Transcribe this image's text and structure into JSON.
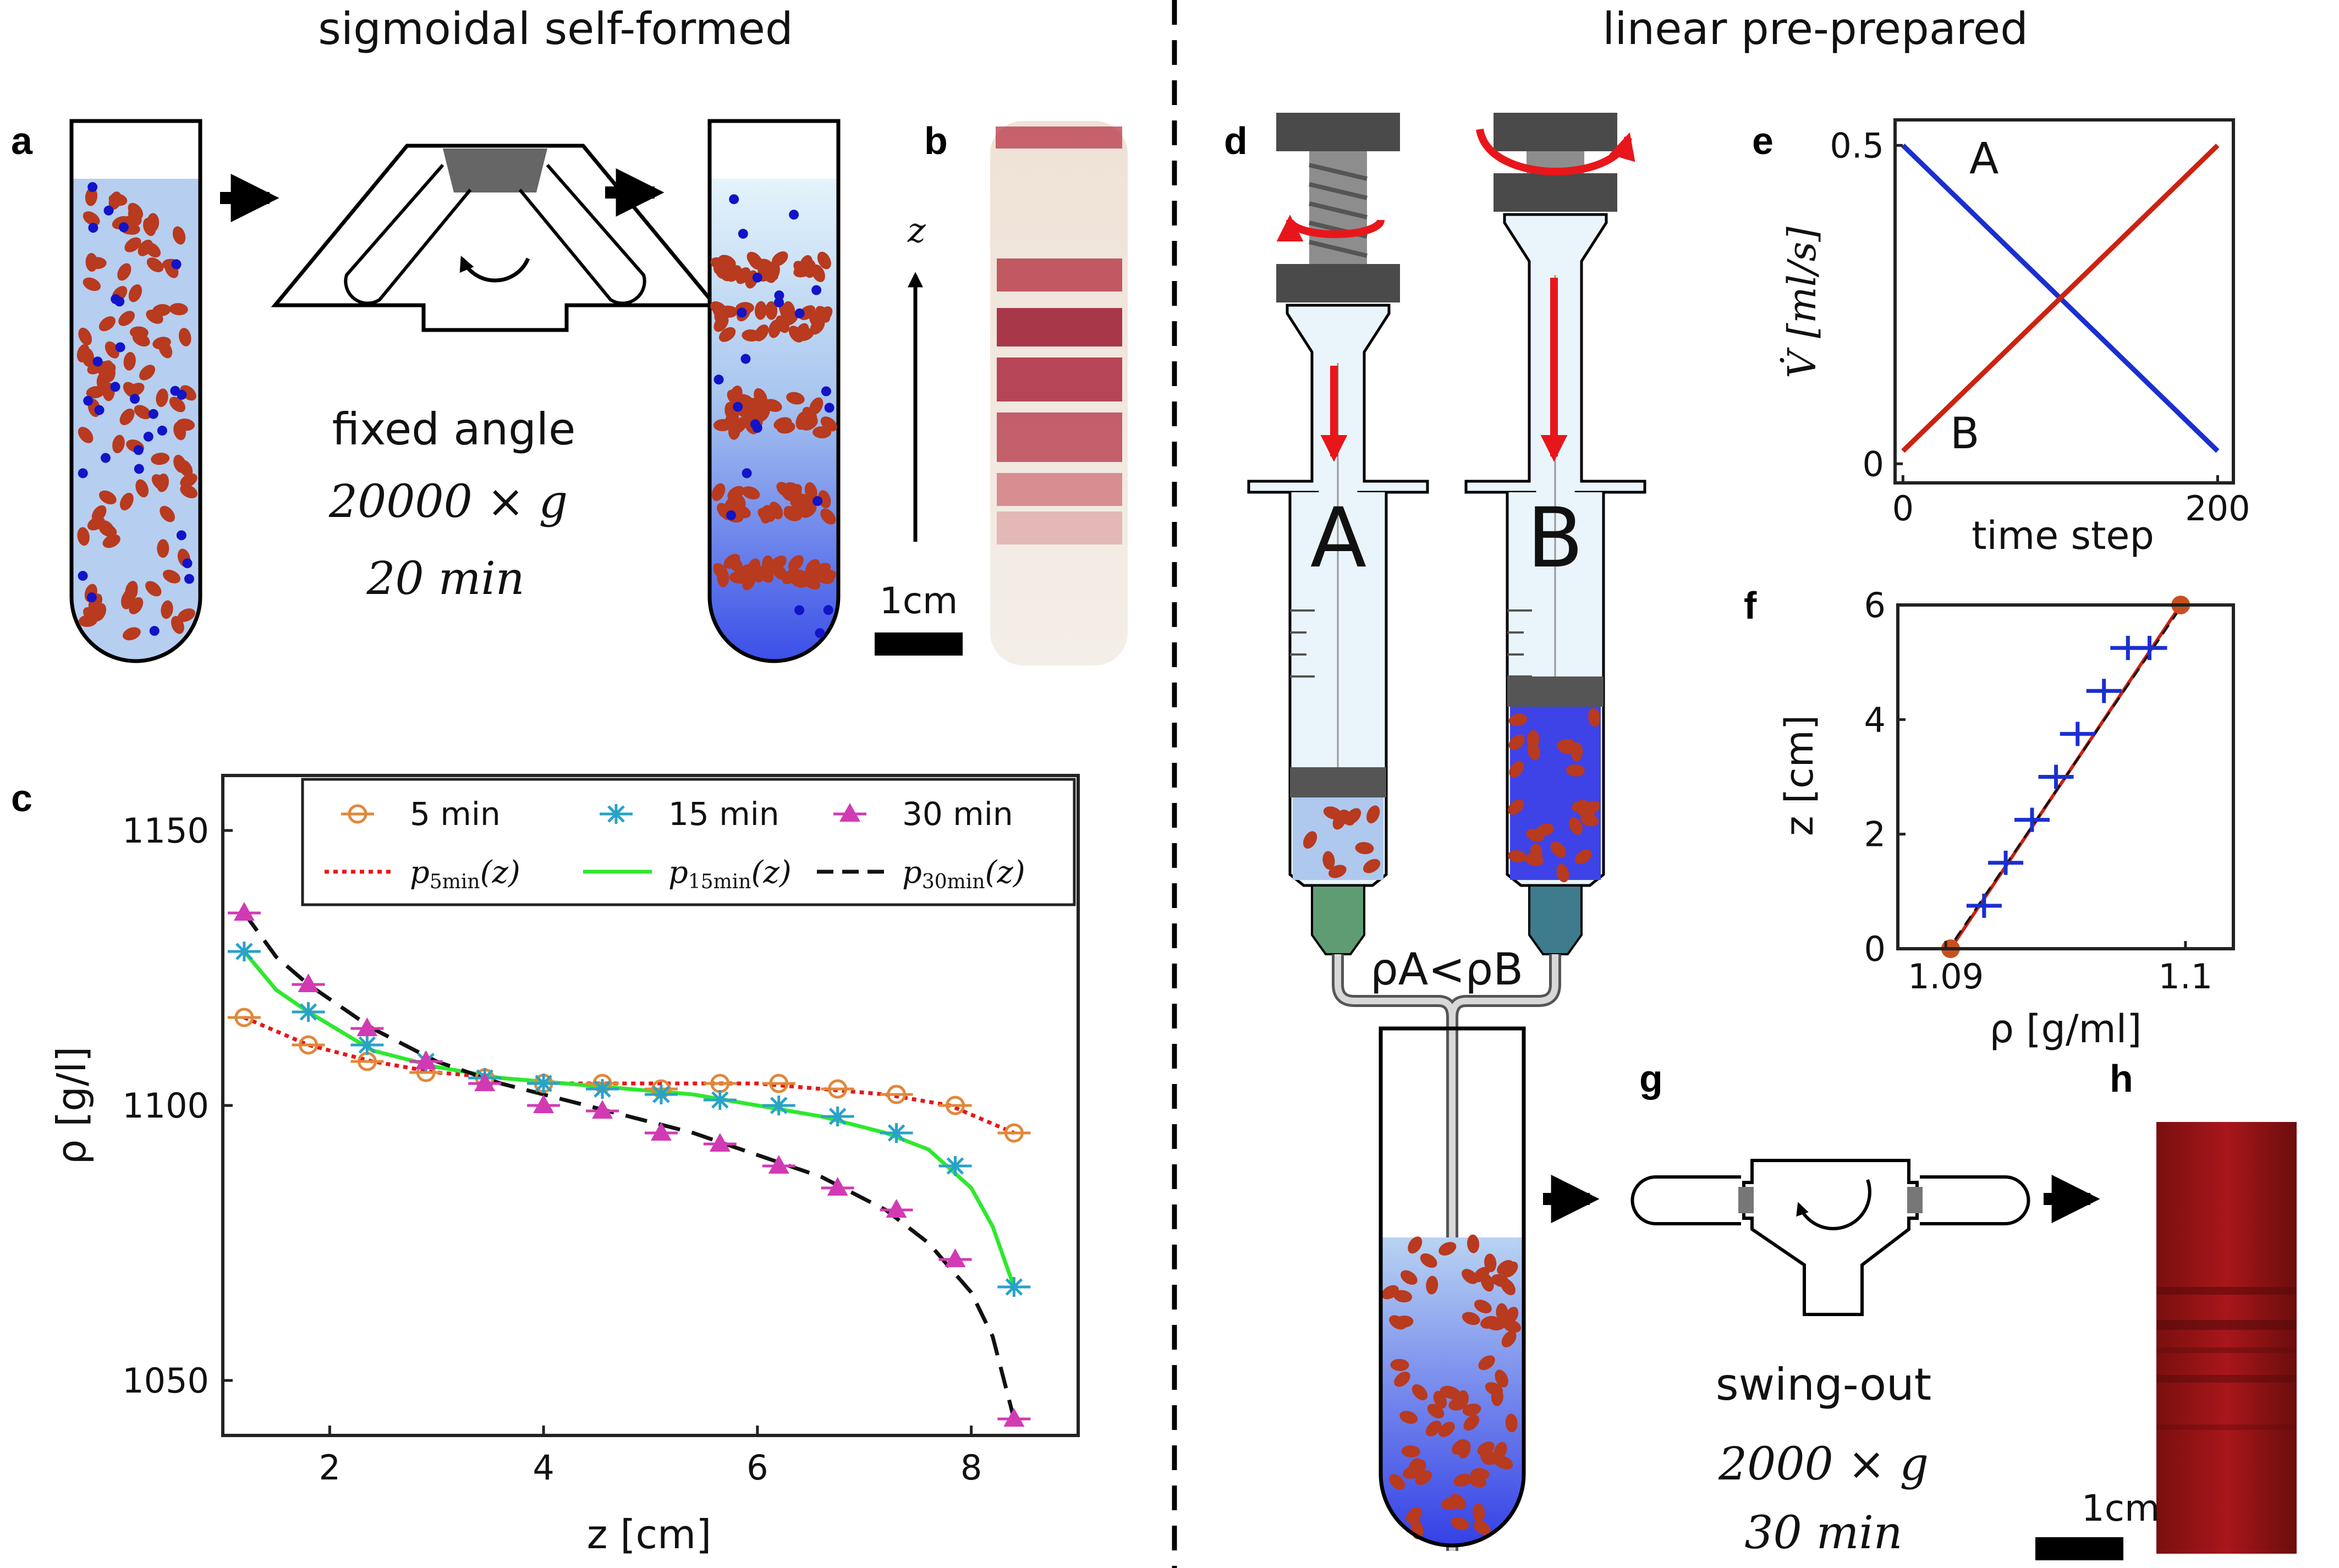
{
  "headers": {
    "left": "sigmoidal self-formed",
    "right": "linear pre-prepared"
  },
  "panel_labels": {
    "a": "a",
    "b": "b",
    "c": "c",
    "d": "d",
    "e": "e",
    "f": "f",
    "g": "g",
    "h": "h"
  },
  "panel_a": {
    "rotor_label": "fixed angle",
    "speed": "20000 × g",
    "time": "20 min"
  },
  "panel_b": {
    "axis": "z",
    "scale": "1cm"
  },
  "panel_d": {
    "syringe_a": "A",
    "syringe_b": "B",
    "density_relation": "ρA<ρB"
  },
  "panel_g": {
    "rotor_label": "swing-out",
    "speed": "2000 × g",
    "time": "30 min"
  },
  "panel_h": {
    "scale": "1cm"
  },
  "colors": {
    "rbc": "#b83a1f",
    "particle": "#1313c8",
    "arrow": "#e8161b",
    "orange": "#e0883a",
    "cyan": "#2aa2c8",
    "magenta": "#d23ab4",
    "lineA": "#1a2fd0",
    "lineB": "#cc2211"
  },
  "chart_data": [
    {
      "id": "c",
      "type": "scatter",
      "xlabel": "z [cm]",
      "ylabel": "ρ [g/l]",
      "xlim": [
        1.0,
        9.0
      ],
      "ylim": [
        1040,
        1160
      ],
      "xticks": [
        2,
        4,
        6,
        8
      ],
      "yticks": [
        1050,
        1100,
        1150
      ],
      "legend": [
        {
          "label": "5 min"
        },
        {
          "label": "15 min"
        },
        {
          "label": "30 min"
        },
        {
          "label": "p5min(z)"
        },
        {
          "label": "p15min(z)"
        },
        {
          "label": "p30min(z)"
        }
      ],
      "series": [
        {
          "name": "5 min",
          "marker": "circle",
          "x": [
            1.2,
            1.8,
            2.35,
            2.9,
            3.45,
            4.0,
            4.55,
            5.1,
            5.65,
            6.2,
            6.75,
            7.3,
            7.85,
            8.4
          ],
          "y": [
            1116,
            1111,
            1108,
            1106,
            1105,
            1104,
            1104,
            1103,
            1104,
            1104,
            1103,
            1102,
            1100,
            1095
          ]
        },
        {
          "name": "15 min",
          "marker": "star",
          "x": [
            1.2,
            1.8,
            2.35,
            2.9,
            3.45,
            4.0,
            4.55,
            5.1,
            5.65,
            6.2,
            6.75,
            7.3,
            7.85,
            8.4
          ],
          "y": [
            1128,
            1117,
            1111,
            1108,
            1105,
            1104,
            1103,
            1102,
            1101,
            1100,
            1098,
            1095,
            1089,
            1067
          ]
        },
        {
          "name": "30 min",
          "marker": "triangle",
          "x": [
            1.2,
            1.8,
            2.35,
            2.9,
            3.45,
            4.0,
            4.55,
            5.1,
            5.65,
            6.2,
            6.75,
            7.3,
            7.85,
            8.4
          ],
          "y": [
            1135,
            1122,
            1114,
            1108,
            1104,
            1100,
            1099,
            1095,
            1093,
            1089,
            1085,
            1081,
            1072,
            1043
          ]
        }
      ],
      "fits": [
        {
          "name": "p5min(z)",
          "style": "dotted",
          "x": [
            1.2,
            1.8,
            2.4,
            3.0,
            3.6,
            4.2,
            4.8,
            5.4,
            6.0,
            6.6,
            7.2,
            7.8,
            8.4
          ],
          "y": [
            1116,
            1111,
            1108,
            1106,
            1105,
            1104,
            1104,
            1104,
            1104,
            1103,
            1102,
            1100,
            1095
          ]
        },
        {
          "name": "p15min(z)",
          "style": "solid",
          "x": [
            1.2,
            1.5,
            1.8,
            2.4,
            3.0,
            3.6,
            4.2,
            4.8,
            5.4,
            6.0,
            6.6,
            7.2,
            7.6,
            8.0,
            8.2,
            8.4
          ],
          "y": [
            1128,
            1121,
            1117,
            1110,
            1107,
            1105,
            1104,
            1103,
            1102,
            1100,
            1098,
            1095,
            1092,
            1085,
            1078,
            1067
          ]
        },
        {
          "name": "p30min(z)",
          "style": "dashed",
          "x": [
            1.2,
            1.5,
            1.8,
            2.4,
            3.0,
            3.6,
            4.2,
            4.8,
            5.4,
            6.0,
            6.6,
            7.2,
            7.6,
            8.0,
            8.2,
            8.4
          ],
          "y": [
            1135,
            1127,
            1122,
            1114,
            1108,
            1104,
            1101,
            1098,
            1095,
            1091,
            1087,
            1081,
            1075,
            1066,
            1058,
            1043
          ]
        }
      ]
    },
    {
      "id": "e",
      "type": "line",
      "xlabel": "time step",
      "ylabel": "V̇ [ml/s]",
      "xlim": [
        -5,
        210
      ],
      "ylim": [
        -0.03,
        0.54
      ],
      "xticks": [
        0,
        200
      ],
      "yticks": [
        0,
        0.5
      ],
      "series": [
        {
          "name": "A",
          "x": [
            0,
            200
          ],
          "y": [
            0.5,
            0.02
          ]
        },
        {
          "name": "B",
          "x": [
            0,
            200
          ],
          "y": [
            0.02,
            0.5
          ]
        }
      ]
    },
    {
      "id": "f",
      "type": "scatter",
      "xlabel": "ρ [g/ml]",
      "ylabel": "z [cm]",
      "xlim": [
        1.088,
        1.102
      ],
      "ylim": [
        0,
        6
      ],
      "xticks": [
        1.09,
        1.1
      ],
      "yticks": [
        0,
        2,
        4,
        6
      ],
      "endpoints": {
        "x": [
          1.0902,
          1.0998
        ],
        "y": [
          0,
          6
        ]
      },
      "points": {
        "x": [
          1.0916,
          1.0925,
          1.0936,
          1.0946,
          1.0955,
          1.0966,
          1.0976,
          1.0985
        ],
        "y": [
          0.75,
          1.5,
          2.25,
          3.0,
          3.75,
          4.5,
          5.25,
          5.25
        ]
      }
    }
  ]
}
